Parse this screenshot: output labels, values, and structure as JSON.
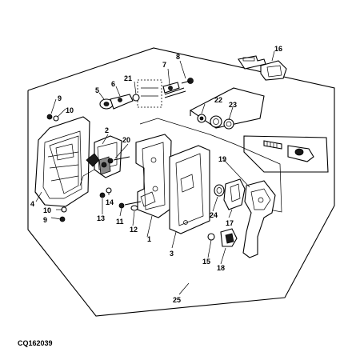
{
  "figure_code": "CQ162039",
  "callouts": [
    "1",
    "2",
    "3",
    "4",
    "5",
    "6",
    "7",
    "8",
    "9",
    "10",
    "10",
    "9",
    "11",
    "12",
    "13",
    "14",
    "15",
    "16",
    "17",
    "18",
    "19",
    "20",
    "21",
    "22",
    "23",
    "24",
    "25"
  ]
}
